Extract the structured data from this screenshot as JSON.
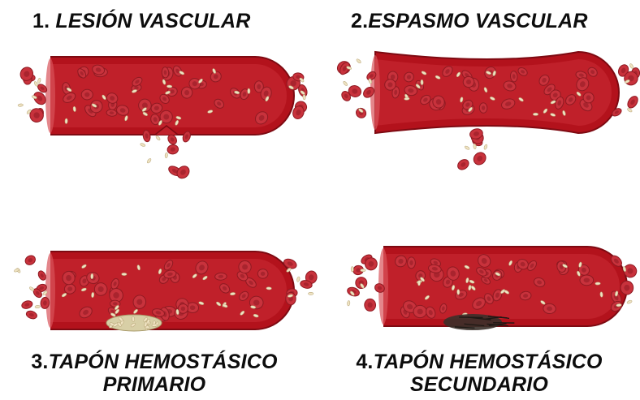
{
  "colors": {
    "vessel_wall": "#b3121c",
    "vessel_wall_dark": "#7e0a12",
    "lumen": "#c0202a",
    "rbc": "#c8323c",
    "rbc_dark": "#8f1a22",
    "platelet": "#efe3c2",
    "plug_primary": "#d8cfa6",
    "plug_secondary": "#3a302a"
  },
  "panels": [
    {
      "number": "1.",
      "title": "LESIÓN VASCULAR"
    },
    {
      "number": "2.",
      "title": "ESPASMO VASCULAR"
    },
    {
      "number": "3.",
      "title_line1": "TAPÓN HEMOSTÁSICO",
      "title_line2": "PRIMARIO"
    },
    {
      "number": "4.",
      "title_line1": "TAPÓN HEMOSTÁSICO",
      "title_line2": "SECUNDARIO"
    }
  ]
}
